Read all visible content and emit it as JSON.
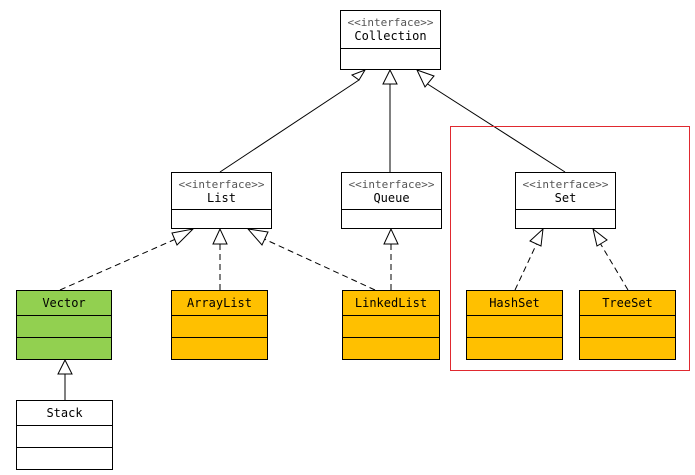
{
  "colors": {
    "interface_fill": "#ffffff",
    "vector_fill": "#92d050",
    "concrete_fill": "#ffc000",
    "stack_fill": "#ffffff",
    "line": "#000000",
    "highlight_border": "#e0292f"
  },
  "stereotype_label": "<<interface>>",
  "interfaces": {
    "collection": {
      "name": "Collection"
    },
    "list": {
      "name": "List"
    },
    "queue": {
      "name": "Queue"
    },
    "set": {
      "name": "Set"
    }
  },
  "classes": {
    "vector": {
      "name": "Vector"
    },
    "arraylist": {
      "name": "ArrayList"
    },
    "linkedlist": {
      "name": "LinkedList"
    },
    "hashset": {
      "name": "HashSet"
    },
    "treeset": {
      "name": "TreeSet"
    },
    "stack": {
      "name": "Stack"
    }
  },
  "relations": [
    {
      "from": "list",
      "to": "collection",
      "kind": "generalization"
    },
    {
      "from": "queue",
      "to": "collection",
      "kind": "generalization"
    },
    {
      "from": "set",
      "to": "collection",
      "kind": "generalization"
    },
    {
      "from": "vector",
      "to": "list",
      "kind": "realization"
    },
    {
      "from": "arraylist",
      "to": "list",
      "kind": "realization"
    },
    {
      "from": "linkedlist",
      "to": "list",
      "kind": "realization"
    },
    {
      "from": "linkedlist",
      "to": "queue",
      "kind": "realization"
    },
    {
      "from": "hashset",
      "to": "set",
      "kind": "realization"
    },
    {
      "from": "treeset",
      "to": "set",
      "kind": "realization"
    },
    {
      "from": "stack",
      "to": "vector",
      "kind": "generalization"
    }
  ]
}
